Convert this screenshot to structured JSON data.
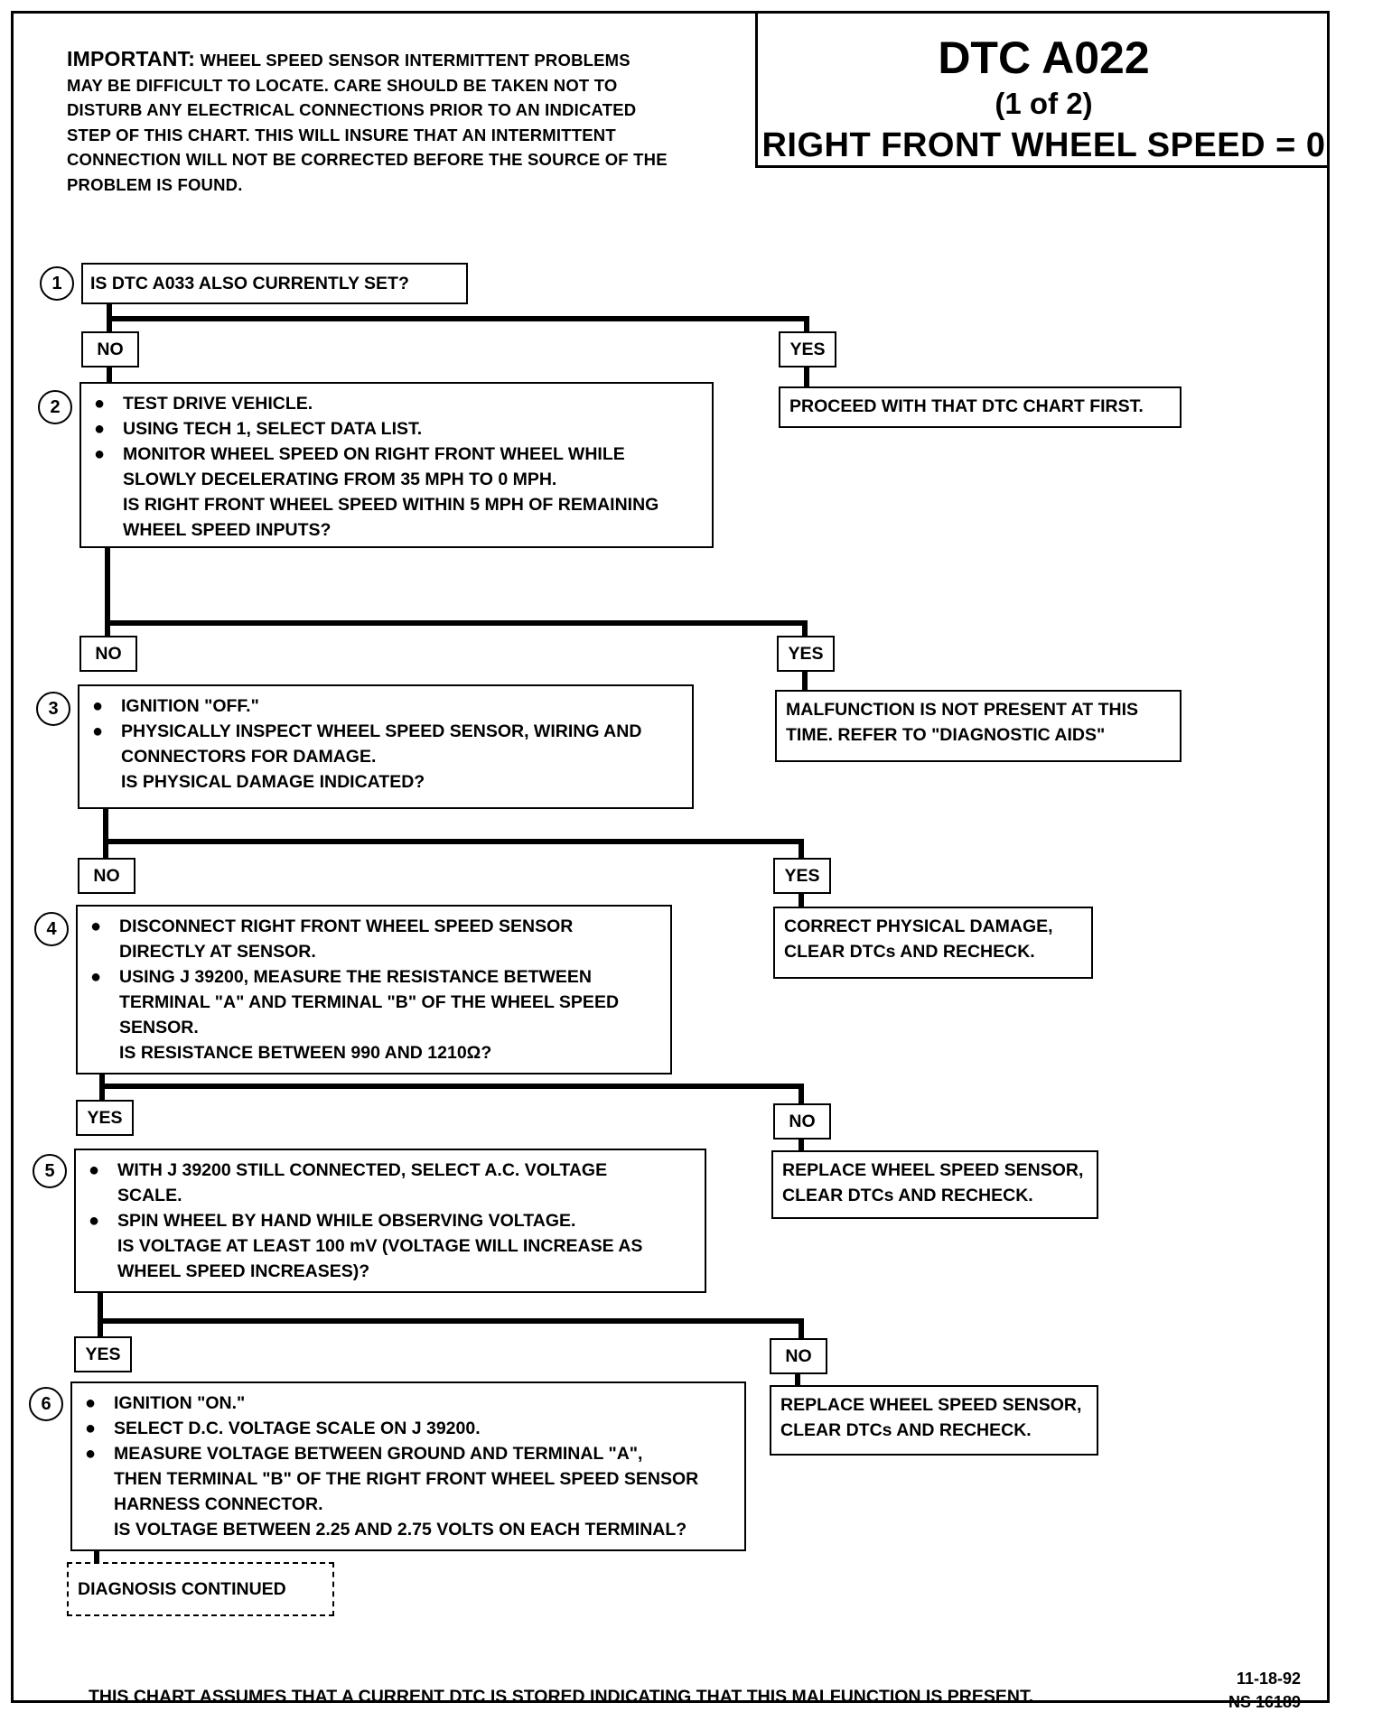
{
  "important": {
    "lead": "IMPORTANT:",
    "text": " WHEEL SPEED SENSOR INTERMITTENT PROBLEMS\nMAY BE DIFFICULT TO LOCATE.  CARE SHOULD BE TAKEN NOT TO\nDISTURB ANY ELECTRICAL CONNECTIONS PRIOR TO AN INDICATED\nSTEP OF THIS CHART.  THIS WILL INSURE THAT AN INTERMITTENT\nCONNECTION WILL NOT BE CORRECTED BEFORE THE SOURCE OF THE\nPROBLEM IS FOUND."
  },
  "title": {
    "code": "DTC A022",
    "page": "(1 of 2)",
    "name": "RIGHT FRONT WHEEL SPEED  =  0"
  },
  "steps": [
    {
      "number": "1",
      "bullets": [],
      "question": "IS DTC A033 ALSO CURRENTLY SET?",
      "down_label": "NO",
      "side_label": "YES",
      "side_text": "PROCEED WITH THAT DTC CHART FIRST."
    },
    {
      "number": "2",
      "bullets": [
        "TEST DRIVE VEHICLE.",
        "USING TECH 1, SELECT DATA LIST.",
        "MONITOR WHEEL SPEED ON RIGHT FRONT WHEEL WHILE\nSLOWLY DECELERATING FROM 35 MPH TO 0 MPH."
      ],
      "question": "IS RIGHT FRONT WHEEL SPEED WITHIN 5 MPH OF REMAINING\nWHEEL SPEED INPUTS?",
      "down_label": "NO",
      "side_label": "YES",
      "side_text": "MALFUNCTION IS NOT PRESENT AT THIS\nTIME.  REFER TO \"DIAGNOSTIC AIDS\""
    },
    {
      "number": "3",
      "bullets": [
        "IGNITION \"OFF.\"",
        "PHYSICALLY INSPECT WHEEL SPEED SENSOR,  WIRING AND\nCONNECTORS FOR DAMAGE."
      ],
      "question": "IS PHYSICAL DAMAGE INDICATED?",
      "down_label": "NO",
      "side_label": "YES",
      "side_text": "CORRECT PHYSICAL DAMAGE,\nCLEAR DTCs AND RECHECK."
    },
    {
      "number": "4",
      "bullets": [
        "DISCONNECT RIGHT FRONT WHEEL SPEED SENSOR\nDIRECTLY AT SENSOR.",
        "USING J 39200, MEASURE THE RESISTANCE BETWEEN\nTERMINAL \"A\" AND TERMINAL \"B\" OF THE WHEEL SPEED\nSENSOR."
      ],
      "question": "IS RESISTANCE BETWEEN 990 AND 1210Ω?",
      "down_label": "YES",
      "side_label": "NO",
      "side_text": "REPLACE WHEEL SPEED SENSOR,\nCLEAR DTCs AND RECHECK."
    },
    {
      "number": "5",
      "bullets": [
        "WITH J 39200 STILL CONNECTED, SELECT A.C. VOLTAGE\nSCALE.",
        "SPIN WHEEL BY HAND WHILE OBSERVING VOLTAGE."
      ],
      "question": "IS VOLTAGE AT LEAST 100 mV (VOLTAGE WILL INCREASE AS\nWHEEL SPEED INCREASES)?",
      "down_label": "YES",
      "side_label": "NO",
      "side_text": "REPLACE WHEEL SPEED SENSOR,\nCLEAR DTCs AND RECHECK."
    },
    {
      "number": "6",
      "bullets": [
        "IGNITION \"ON.\"",
        "SELECT D.C. VOLTAGE SCALE ON J 39200.",
        "MEASURE VOLTAGE BETWEEN GROUND AND TERMINAL \"A\",\nTHEN TERMINAL \"B\" OF THE RIGHT FRONT WHEEL SPEED SENSOR\nHARNESS CONNECTOR."
      ],
      "question": "IS VOLTAGE BETWEEN 2.25 AND 2.75 VOLTS ON EACH TERMINAL?"
    }
  ],
  "continued": "DIAGNOSIS CONTINUED",
  "footer": "THIS CHART ASSUMES THAT A CURRENT DTC IS STORED INDICATING THAT THIS MALFUNCTION IS PRESENT.",
  "date": "11-18-92",
  "doc_number": "NS 16189"
}
